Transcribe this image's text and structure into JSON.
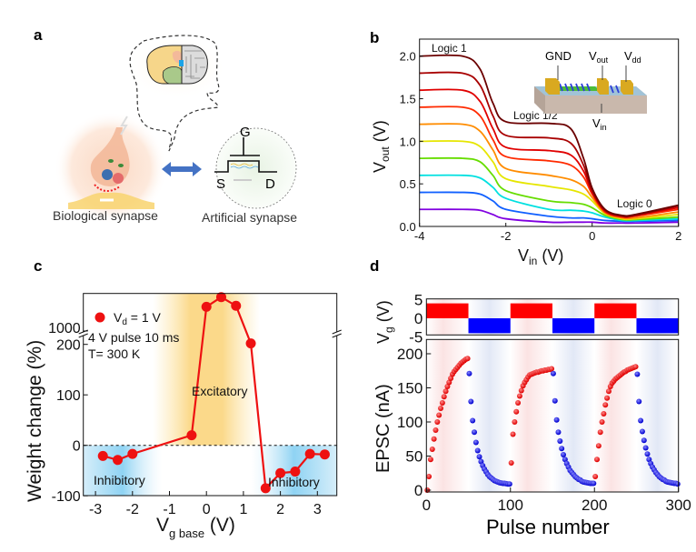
{
  "panel_a": {
    "label": "a",
    "bio_label": "Biological synapse",
    "art_label": "Artificial synapse",
    "gate": "G",
    "source": "S",
    "drain": "D",
    "arrow_color": "#4472c4"
  },
  "chart_data": [
    {
      "panel_label": "b",
      "type": "line",
      "xlabel": {
        "main": "V",
        "sub": "in",
        "unit": " (V)"
      },
      "ylabel": {
        "main": "V",
        "sub": "out",
        "unit": " (V)"
      },
      "xlim": [
        -4,
        2
      ],
      "ylim": [
        0,
        2.2
      ],
      "xticks": [
        -4,
        -2,
        0,
        2
      ],
      "xtick_labels": [
        "-4",
        "-2",
        "0",
        "2"
      ],
      "yticks": [
        0,
        0.5,
        1,
        1.5,
        2
      ],
      "ytick_labels": [
        "0.0",
        "0.5",
        "1.0",
        "1.5",
        "2.0"
      ],
      "annotations": {
        "logic1": "Logic 1",
        "logic_half": "Logic 1/2",
        "logic0": "Logic 0"
      },
      "inset_labels": {
        "gnd": "GND",
        "vout_main": "V",
        "vout_sub": "out",
        "vdd_main": "V",
        "vdd_sub": "dd",
        "vin_main": "V",
        "vin_sub": "in"
      },
      "x": [
        -4,
        -3,
        -2.6,
        -2.3,
        -2,
        -1,
        -0.5,
        -0.2,
        0,
        0.3,
        0.7,
        1,
        2
      ],
      "series": [
        {
          "color": "#6b0000",
          "values": [
            2.0,
            2.0,
            1.85,
            1.45,
            1.23,
            1.21,
            1.15,
            0.8,
            0.45,
            0.2,
            0.13,
            0.14,
            0.25
          ]
        },
        {
          "color": "#a80000",
          "values": [
            1.8,
            1.8,
            1.66,
            1.3,
            1.07,
            1.04,
            0.98,
            0.72,
            0.42,
            0.19,
            0.12,
            0.13,
            0.24
          ]
        },
        {
          "color": "#e00000",
          "values": [
            1.6,
            1.6,
            1.47,
            1.15,
            0.93,
            0.89,
            0.84,
            0.65,
            0.4,
            0.18,
            0.12,
            0.13,
            0.22
          ]
        },
        {
          "color": "#ff2a00",
          "values": [
            1.4,
            1.4,
            1.3,
            1.02,
            0.82,
            0.77,
            0.72,
            0.58,
            0.38,
            0.17,
            0.11,
            0.12,
            0.2
          ]
        },
        {
          "color": "#ff8c00",
          "values": [
            1.2,
            1.2,
            1.12,
            0.9,
            0.68,
            0.6,
            0.55,
            0.47,
            0.34,
            0.16,
            0.1,
            0.1,
            0.17
          ]
        },
        {
          "color": "#e6e600",
          "values": [
            1.0,
            1.0,
            0.94,
            0.76,
            0.56,
            0.47,
            0.43,
            0.38,
            0.3,
            0.15,
            0.09,
            0.09,
            0.14
          ]
        },
        {
          "color": "#66dd00",
          "values": [
            0.8,
            0.8,
            0.76,
            0.6,
            0.42,
            0.3,
            0.28,
            0.26,
            0.22,
            0.13,
            0.08,
            0.08,
            0.11
          ]
        },
        {
          "color": "#00e0e0",
          "values": [
            0.6,
            0.6,
            0.57,
            0.46,
            0.33,
            0.2,
            0.19,
            0.18,
            0.16,
            0.11,
            0.07,
            0.07,
            0.09
          ]
        },
        {
          "color": "#1060ff",
          "values": [
            0.4,
            0.4,
            0.38,
            0.3,
            0.2,
            0.12,
            0.1,
            0.1,
            0.09,
            0.07,
            0.06,
            0.06,
            0.07
          ]
        },
        {
          "color": "#8000e0",
          "values": [
            0.2,
            0.2,
            0.19,
            0.14,
            0.09,
            0.05,
            0.05,
            0.05,
            0.05,
            0.04,
            0.04,
            0.04,
            0.05
          ]
        }
      ]
    },
    {
      "panel_label": "c",
      "type": "line",
      "xlabel": {
        "main": "V",
        "sub": "g base",
        "unit": " (V)"
      },
      "ylabel": "Weight change (%)",
      "xlim": [
        -3.33,
        3.53
      ],
      "ylim_lower": [
        -100,
        250
      ],
      "ylim_upper": [
        1000,
        1775
      ],
      "axis_break": [
        250,
        1000
      ],
      "xticks": [
        -3,
        -2,
        -1,
        0,
        1,
        2,
        3
      ],
      "xtick_labels": [
        "-3",
        "-2",
        "-1",
        "0",
        "1",
        "2",
        "3"
      ],
      "yticks": [
        -100,
        0,
        100,
        200,
        1000
      ],
      "ytick_labels": [
        "-100",
        "0",
        "100",
        "200",
        "1000"
      ],
      "legend": {
        "main": "V",
        "sub": "d",
        "rest": " = 1 V"
      },
      "notes": [
        "4 V pulse 10 ms",
        "T= 300 K"
      ],
      "regions": {
        "excitatory": "Excitatory",
        "inhibitory_left": "Inhibitory",
        "inhibitory_right": "Inhibitory"
      },
      "color": "#ee1111",
      "x": [
        -2.8,
        -2.4,
        -2.0,
        -0.4,
        0.0,
        0.4,
        0.8,
        1.2,
        1.6,
        2.0,
        2.4,
        2.8,
        3.2
      ],
      "y": [
        -21,
        -29,
        -17,
        20,
        1500,
        1700,
        1520,
        202,
        -85,
        -55,
        -52,
        -17,
        -18
      ]
    },
    {
      "panel_label": "d",
      "type": "scatter",
      "xlabel": "Pulse number",
      "ylabel_top": {
        "main": "V",
        "sub": "g",
        "unit": " (V)"
      },
      "ylabel": "EPSC (nA)",
      "xlim": [
        0,
        300
      ],
      "ylim": [
        -3,
        221
      ],
      "ylim_top": [
        -5.5,
        5.5
      ],
      "xticks": [
        0,
        100,
        200,
        300
      ],
      "xtick_labels": [
        "0",
        "100",
        "200",
        "300"
      ],
      "yticks": [
        0,
        50,
        100,
        150,
        200
      ],
      "ytick_labels": [
        "0",
        "50",
        "100",
        "150",
        "200"
      ],
      "yticks_top": [
        5,
        0,
        -5
      ],
      "ytick_labels_top": [
        "5",
        "0",
        "-5"
      ],
      "vg_pulses": [
        {
          "start": 0,
          "end": 50,
          "value": 4,
          "color": "#ff0000"
        },
        {
          "start": 50,
          "end": 100,
          "value": -4,
          "color": "#0000ff"
        },
        {
          "start": 100,
          "end": 150,
          "value": 4,
          "color": "#ff0000"
        },
        {
          "start": 150,
          "end": 200,
          "value": -4,
          "color": "#0000ff"
        },
        {
          "start": 200,
          "end": 250,
          "value": 4,
          "color": "#ff0000"
        },
        {
          "start": 250,
          "end": 300,
          "value": -4,
          "color": "#0000ff"
        }
      ],
      "pulse_step": 2,
      "segments": [
        {
          "start_pulse": 1,
          "color": "#e81010",
          "values": [
            0,
            20,
            45,
            60,
            75,
            88,
            100,
            110,
            120,
            128,
            137,
            145,
            152,
            158,
            164,
            170,
            174,
            177,
            180,
            183,
            186,
            188,
            190,
            192,
            193
          ]
        },
        {
          "start_pulse": 51,
          "color": "#1010e0",
          "values": [
            171,
            130,
            102,
            85,
            70,
            58,
            49,
            42,
            36,
            31,
            27,
            23,
            20,
            18,
            16,
            14,
            13,
            12,
            11,
            10.5,
            10,
            10,
            9.5,
            9,
            9
          ]
        },
        {
          "start_pulse": 101,
          "color": "#e81010",
          "values": [
            40,
            82,
            100,
            115,
            128,
            138,
            146,
            153,
            158,
            162,
            166,
            169,
            170,
            171,
            172,
            173,
            173,
            174,
            175,
            175,
            176,
            176,
            177,
            177,
            178
          ]
        },
        {
          "start_pulse": 151,
          "color": "#1010e0",
          "values": [
            171,
            131,
            103,
            85,
            72,
            61,
            52,
            45,
            39,
            34,
            29,
            26,
            23,
            20,
            18,
            16,
            15,
            13,
            12,
            11.5,
            11,
            10.5,
            10,
            10,
            10
          ]
        },
        {
          "start_pulse": 201,
          "color": "#e81010",
          "values": [
            20,
            45,
            65,
            85,
            100,
            112,
            125,
            135,
            145,
            152,
            157,
            160,
            163,
            165,
            167,
            169,
            171,
            173,
            174,
            176,
            177,
            178,
            179,
            180,
            181
          ]
        },
        {
          "start_pulse": 251,
          "color": "#1010e0",
          "values": [
            170,
            130,
            102,
            86,
            73,
            62,
            53,
            45,
            39,
            34,
            30,
            26,
            23,
            20,
            18,
            16,
            15,
            13,
            12,
            11.5,
            11,
            10.5,
            10,
            10,
            9
          ]
        }
      ]
    }
  ]
}
